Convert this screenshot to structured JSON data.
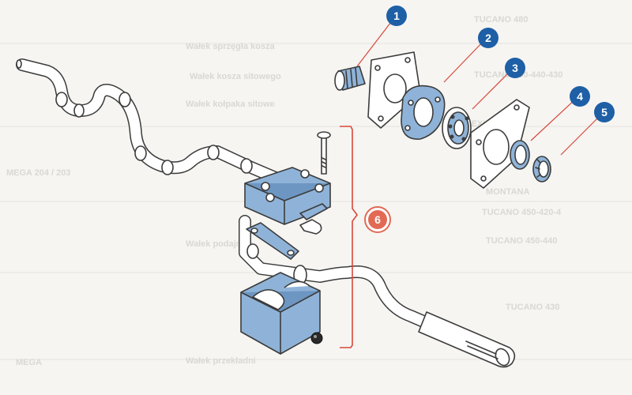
{
  "diagram": {
    "colors": {
      "callout_fill": "#1e5fa6",
      "callout_highlight_fill": "#e26a55",
      "leader_line": "#d9483b",
      "part_fill": "#8fb3d8",
      "outline": "#3c3c3c",
      "background": "#f6f5f2"
    },
    "callouts": [
      {
        "id": "1",
        "label": "1"
      },
      {
        "id": "2",
        "label": "2"
      },
      {
        "id": "3",
        "label": "3"
      },
      {
        "id": "4",
        "label": "4"
      },
      {
        "id": "5",
        "label": "5"
      },
      {
        "id": "6",
        "label": "6"
      }
    ],
    "background_table_text": [
      "TUCANO 480",
      "Wałek sprzęgła kosza",
      "TUCANO 450-440-430",
      "Wałek kosza sitowego",
      "LEXION 560",
      "MEGA 204 / 203",
      "Wałek kołpaka sitowe",
      "MONTANA",
      "TUCANO 450-420-4",
      "Wałek podajnika",
      "TUCANO 450-440",
      "TUCANO 430",
      "MEGA",
      "Wałek przekładni"
    ]
  }
}
